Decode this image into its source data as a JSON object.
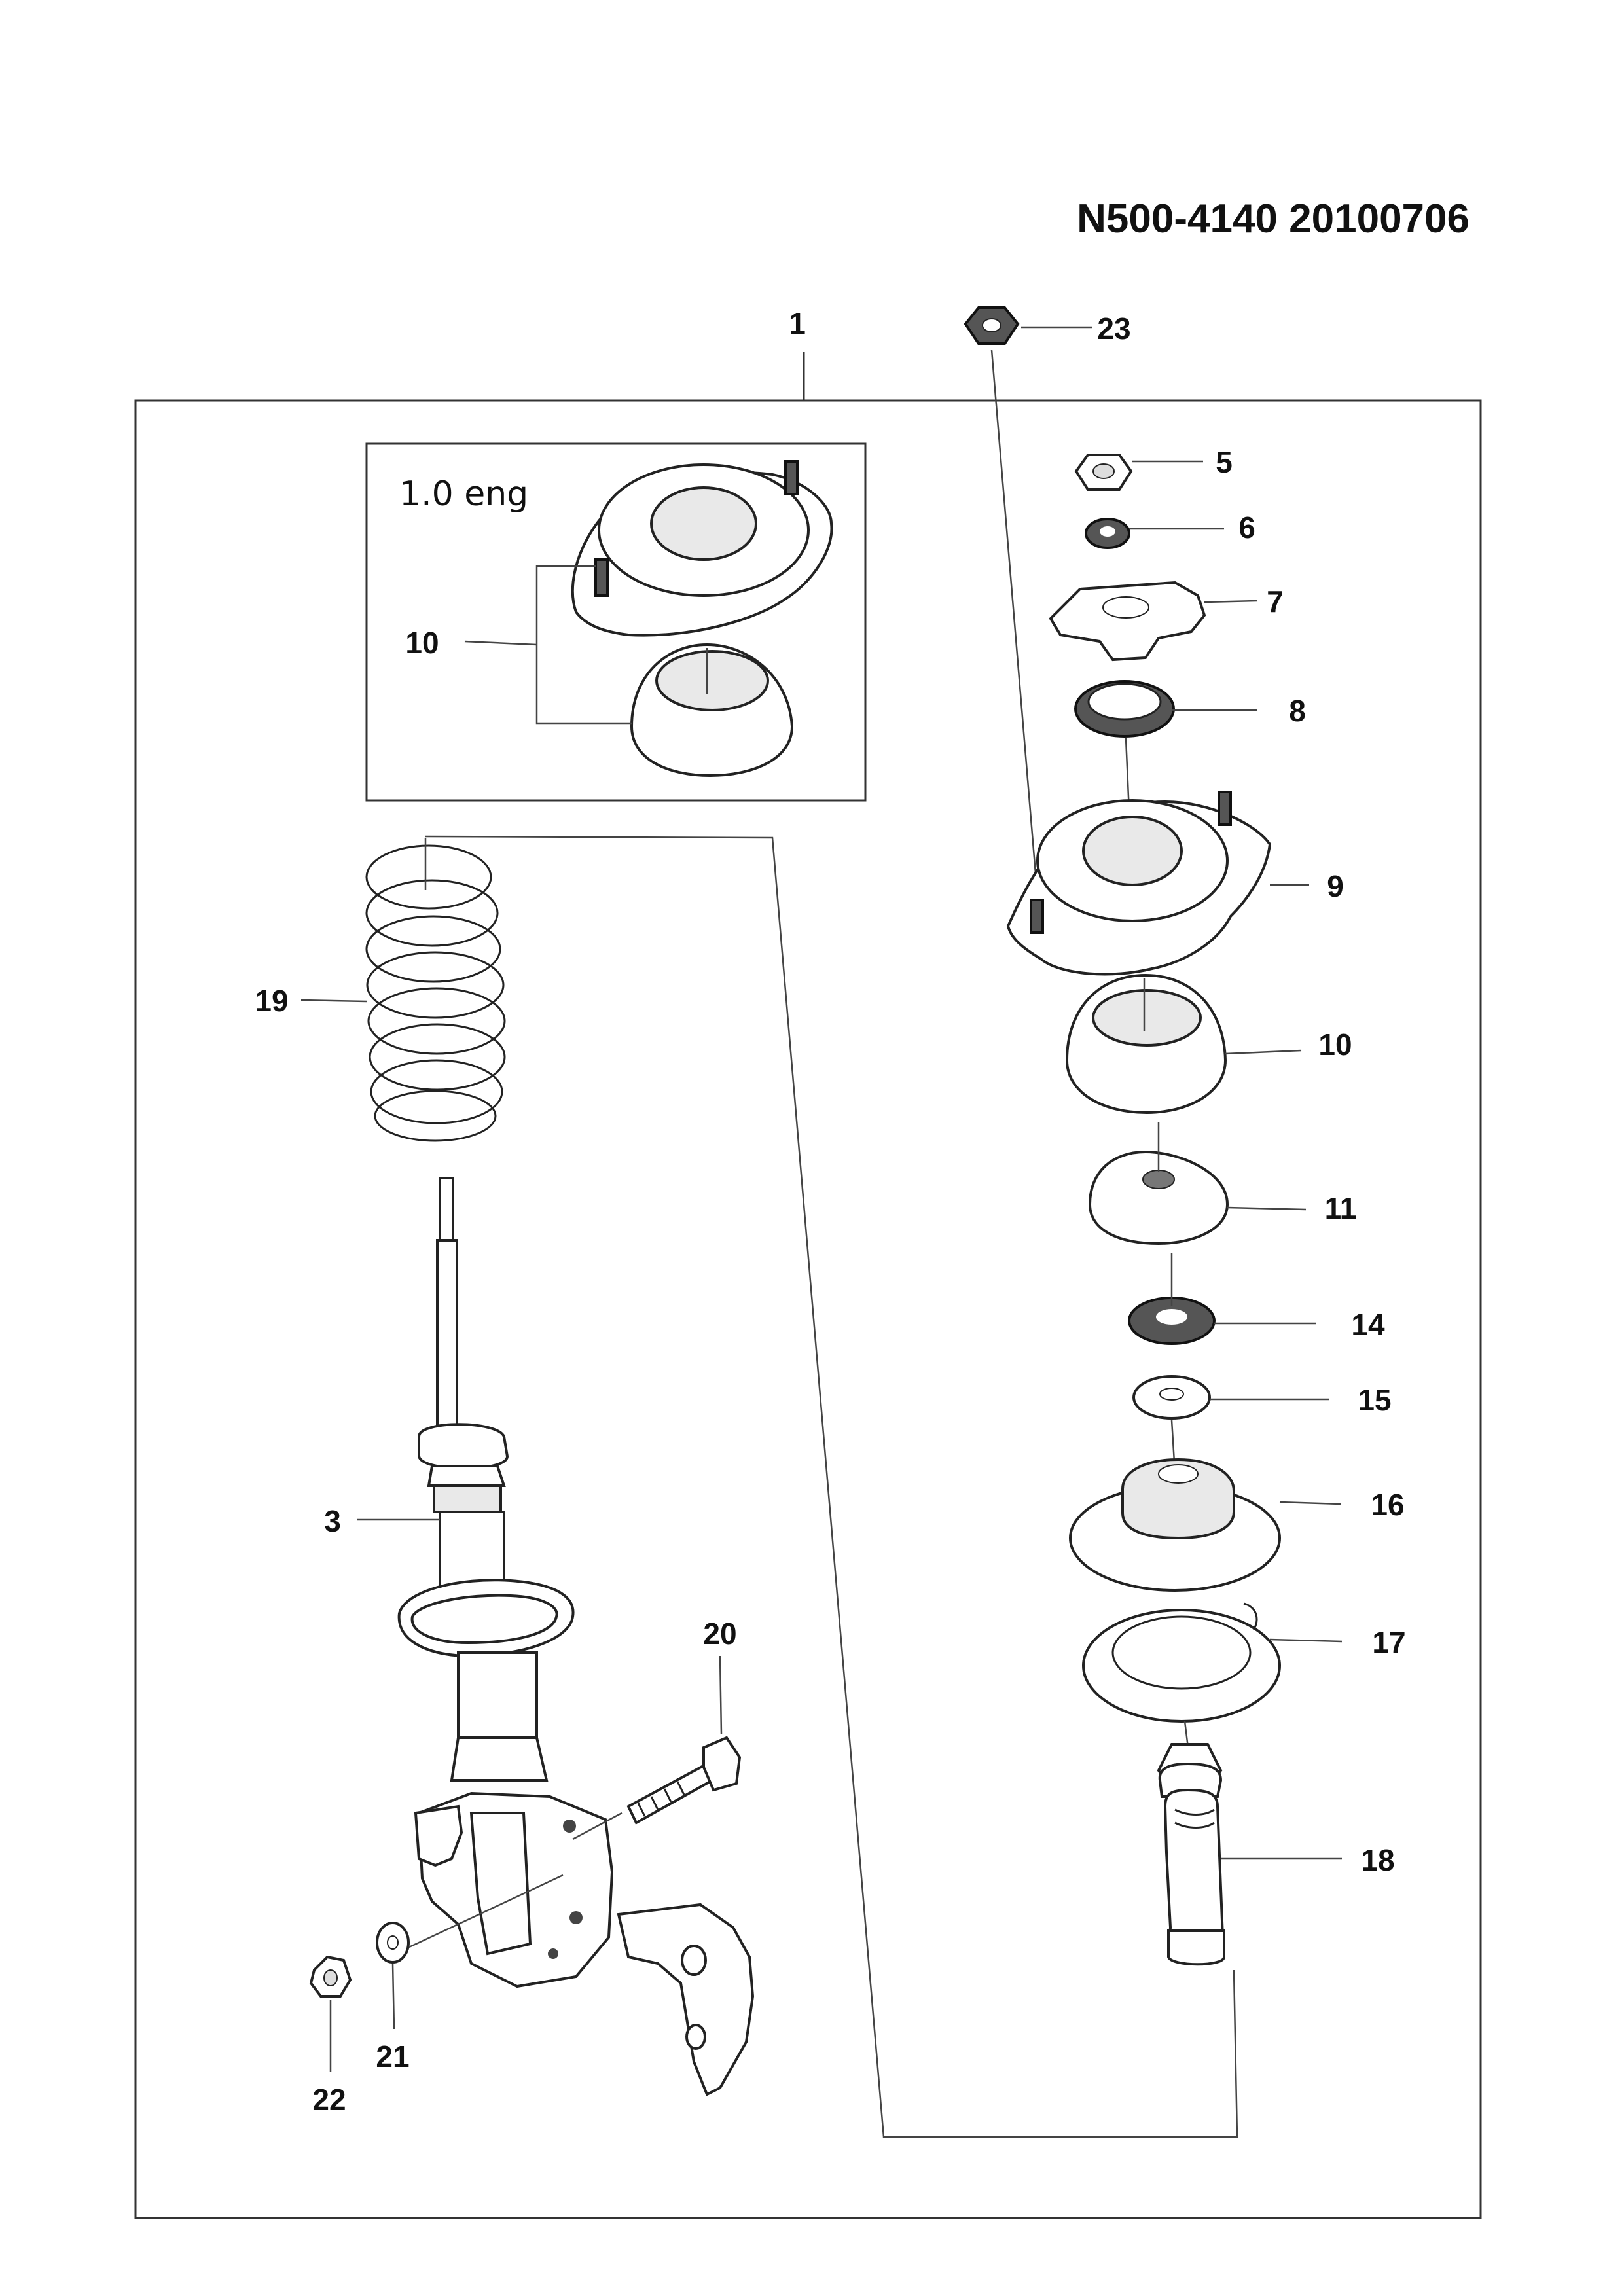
{
  "header": {
    "code": "N500-4140  20100706"
  },
  "inset": {
    "label": "1.0 eng",
    "part_number": "10"
  },
  "callouts": [
    {
      "id": "c1",
      "number": "1"
    },
    {
      "id": "c23",
      "number": "23"
    },
    {
      "id": "c5",
      "number": "5"
    },
    {
      "id": "c6",
      "number": "6"
    },
    {
      "id": "c7",
      "number": "7"
    },
    {
      "id": "c8",
      "number": "8"
    },
    {
      "id": "c9",
      "number": "9"
    },
    {
      "id": "c10",
      "number": "10"
    },
    {
      "id": "c11",
      "number": "11"
    },
    {
      "id": "c14",
      "number": "14"
    },
    {
      "id": "c15",
      "number": "15"
    },
    {
      "id": "c16",
      "number": "16"
    },
    {
      "id": "c17",
      "number": "17"
    },
    {
      "id": "c18",
      "number": "18"
    },
    {
      "id": "c19",
      "number": "19"
    },
    {
      "id": "c3",
      "number": "3"
    },
    {
      "id": "c20",
      "number": "20"
    },
    {
      "id": "c21",
      "number": "21"
    },
    {
      "id": "c22",
      "number": "22"
    }
  ]
}
